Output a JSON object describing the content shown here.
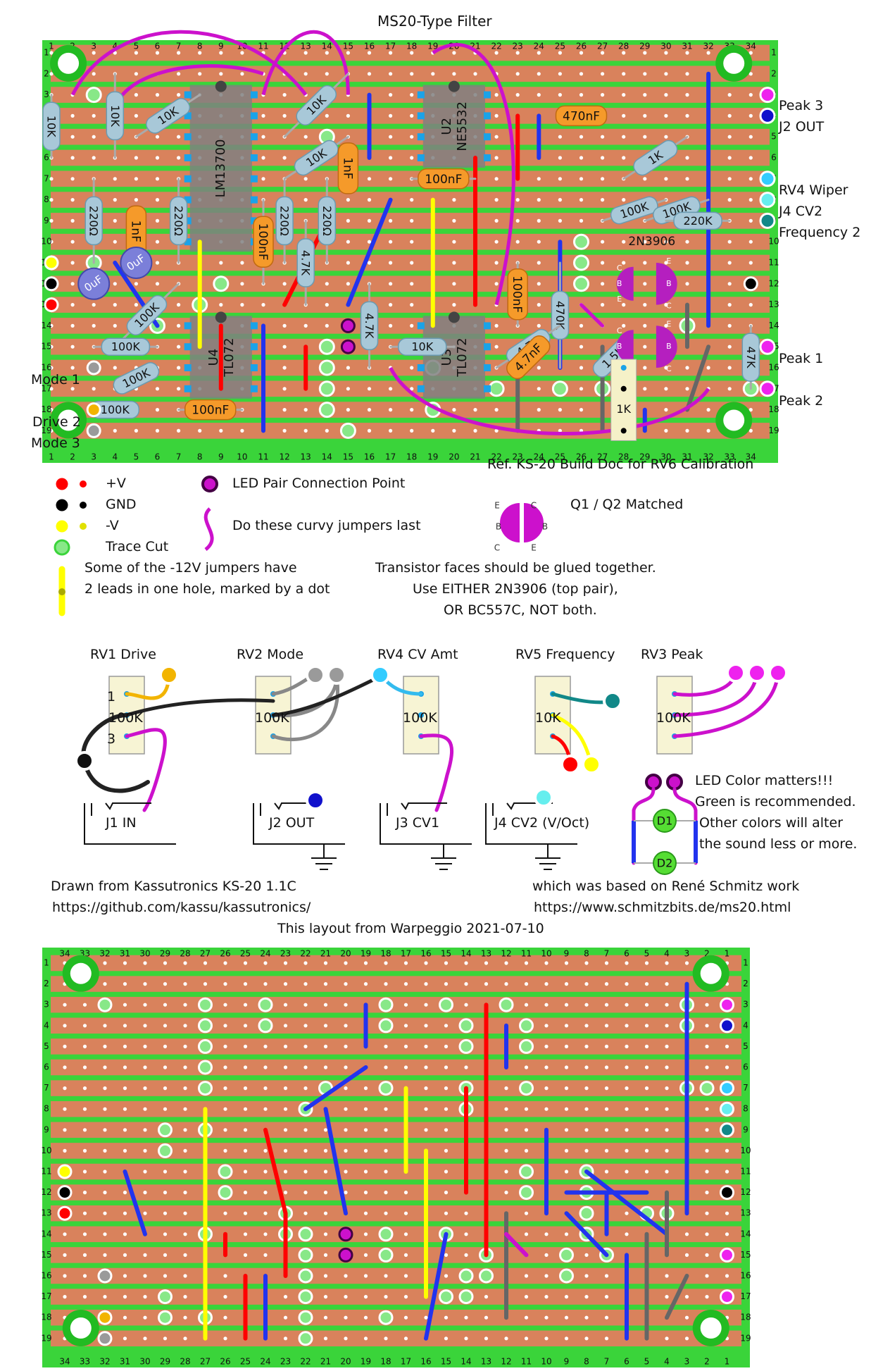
{
  "title": "MS20-Type Filter",
  "board_top": {
    "column_numbers": [
      "1",
      "2",
      "3",
      "4",
      "5",
      "6",
      "7",
      "8",
      "9",
      "10",
      "11",
      "12",
      "13",
      "14",
      "15",
      "16",
      "17",
      "18",
      "19",
      "20",
      "21",
      "22",
      "23",
      "24",
      "25",
      "26",
      "27",
      "28",
      "29",
      "30",
      "31",
      "32",
      "33",
      "34"
    ],
    "row_numbers": [
      "1",
      "2",
      "3",
      "4",
      "5",
      "6",
      "7",
      "8",
      "9",
      "10",
      "11",
      "12",
      "13",
      "14",
      "15",
      "16",
      "17",
      "18",
      "19"
    ],
    "ics": [
      {
        "ref": "LM13700",
        "sub": ""
      },
      {
        "ref": "U2",
        "sub": "NE5532"
      },
      {
        "ref": "U4",
        "sub": "TL072"
      },
      {
        "ref": "U3",
        "sub": "TL072"
      }
    ],
    "resistors": [
      "10K",
      "10K",
      "10K",
      "10K",
      "10K",
      "220Ω",
      "220Ω",
      "220Ω",
      "220Ω",
      "4.7K",
      "4.7K",
      "4.7K",
      "470K",
      "100K",
      "100K",
      "100K",
      "100K",
      "100K",
      "1K",
      "1K",
      "1.5K",
      "47K",
      "220K",
      "10K",
      "100K"
    ],
    "capacitors": [
      "1nF",
      "1nF",
      "100nF",
      "100nF",
      "100nF",
      "100nF",
      "470nF",
      "4.7nF"
    ],
    "electrolytics": [
      "0uF",
      "0uF"
    ],
    "transistor_label": "2N3906",
    "transistor_pins": [
      "C",
      "B",
      "E",
      "E",
      "B",
      "C",
      "C",
      "B",
      "E",
      "E",
      "B",
      "C"
    ],
    "right_labels": [
      "Peak 3",
      "J2 OUT",
      "RV4 Wiper",
      "J4 CV2",
      "Frequency 2",
      "Peak 1",
      "Peak 2"
    ],
    "left_labels": [
      "Mode 1",
      "Drive 2",
      "Mode 3"
    ],
    "ref_note": "Ref. KS-20 Build Doc for RV6 Calibration",
    "trim_label": "1K"
  },
  "legend": {
    "power": [
      "+V",
      "GND",
      "-V"
    ],
    "trace_cut": "Trace Cut",
    "jumper_note_1": "Some of the -12V jumpers have",
    "jumper_note_2": "2 leads in one hole, marked by a dot",
    "led_point": "LED Pair Connection Point",
    "curvy_note": "Do these curvy jumpers last",
    "matched": "Q1 / Q2 Matched",
    "glue_1": "Transistor faces should be glued together.",
    "glue_2": "Use EITHER 2N3906 (top pair),",
    "glue_3": "OR BC557C, NOT both.",
    "q_pins": [
      "E",
      "C",
      "B",
      "B",
      "C",
      "E"
    ]
  },
  "pots": [
    {
      "name": "RV1 Drive",
      "value": "100K",
      "pins": [
        "1",
        "3"
      ]
    },
    {
      "name": "RV2 Mode",
      "value": "100K"
    },
    {
      "name": "RV4 CV Amt",
      "value": "100K"
    },
    {
      "name": "RV5 Frequency",
      "value": "10K"
    },
    {
      "name": "RV3 Peak",
      "value": "100K"
    }
  ],
  "jacks": [
    "J1 IN",
    "J2 OUT",
    "J3 CV1",
    "J4 CV2 (V/Oct)"
  ],
  "leds": {
    "note_1": "LED Color matters!!!",
    "note_2": "Green is recommended.",
    "note_3": "Other colors will alter",
    "note_4": "the sound less or more.",
    "d1": "D1",
    "d2": "D2"
  },
  "credits": {
    "drawn_from": "Drawn from  Kassutronics KS-20 1.1C",
    "github": "https://github.com/kassu/kassutronics/",
    "based_on": "which was based on René Schmitz work",
    "schmitz": "https://www.schmitzbits.de/ms20.html",
    "layout": "This layout from Warpeggio 2021-07-10"
  },
  "colors": {
    "board": "#3ad43a",
    "strip": "#d9825c",
    "positive": "#ff0000",
    "ground": "#000000",
    "negative": "#ffff00",
    "trace_cut": "#88e888",
    "jumper_blue": "#2233ee",
    "curvy_jumper": "#cc11cc",
    "resistor": "#a8c8d8",
    "capacitor": "#f59a2a",
    "ic": "#808080"
  }
}
